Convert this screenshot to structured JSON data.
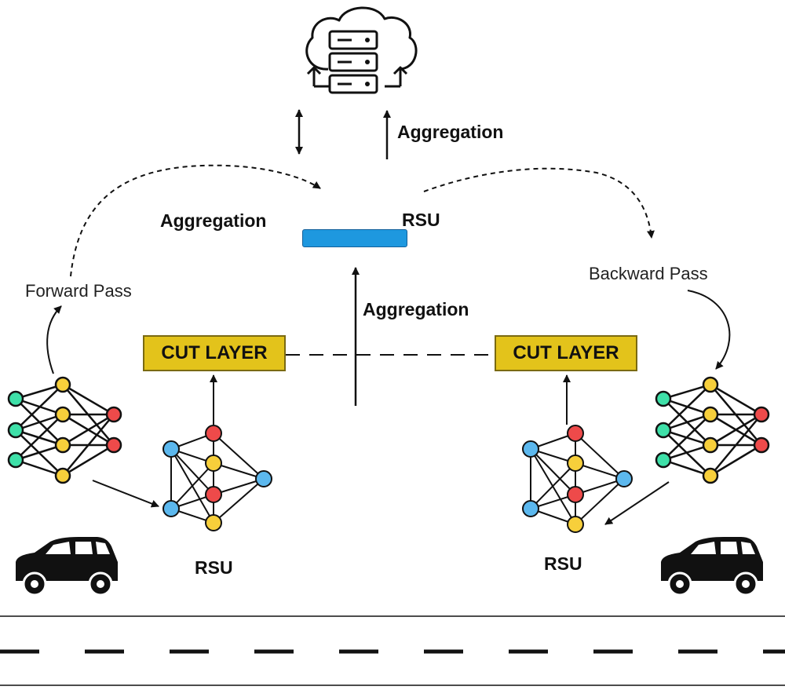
{
  "labels": {
    "aggregation_top": "Aggregation",
    "aggregation_left": "Aggregation",
    "aggregation_mid": "Aggregation",
    "rsu_top": "RSU",
    "rsu_left": "RSU",
    "rsu_right": "RSU",
    "forward_pass": "Forward Pass",
    "backward_pass": "Backward Pass",
    "cut_layer_left": "CUT LAYER",
    "cut_layer_right": "CUT LAYER"
  },
  "colors": {
    "rsu_bar": "#1e98df",
    "cut_layer": "#e3c31b",
    "node_green": "#3ee0a8",
    "node_yellow": "#f7cf3b",
    "node_red": "#ee4a4a",
    "node_blue": "#5cb8ee"
  },
  "icons": [
    "cloud-server-icon",
    "car-icon",
    "neural-network-icon"
  ]
}
